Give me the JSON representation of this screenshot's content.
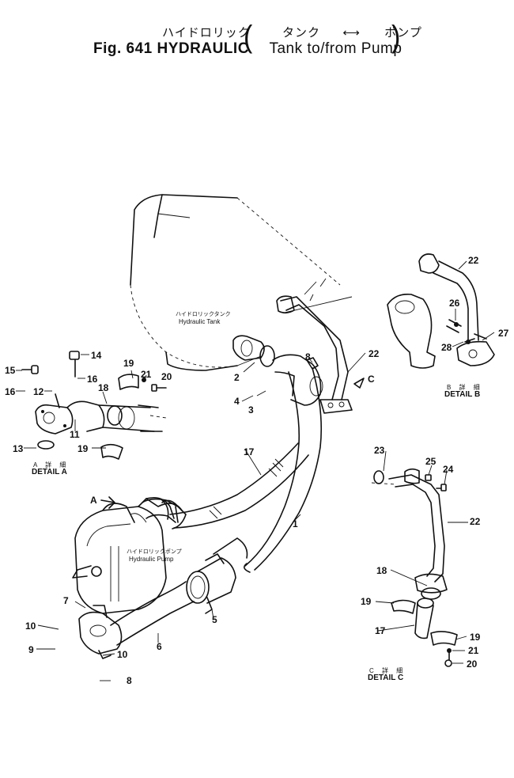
{
  "title": {
    "jp": "ハイドロリック",
    "jp_tank": "タンク",
    "jp_arrow": "⟷",
    "jp_pump": "ポンプ",
    "en_fig": "Fig. 641 HYDRAULIC",
    "en_sub": "Tank to/from Pump"
  },
  "labels": {
    "tank_jp": "ハイドロリックタンク",
    "tank_en": "Hydraulic Tank",
    "pump_jp": "ハイドロリックポンプ",
    "pump_en": "Hydraulic Pump",
    "detail_a_jp": "A 詳 細",
    "detail_a_en": "DETAIL A",
    "detail_b_jp": "B 詳 細",
    "detail_b_en": "DETAIL B",
    "detail_c_jp": "C 詳 細",
    "detail_c_en": "DETAIL C",
    "ref_a": "A",
    "ref_c": "C"
  },
  "callouts": [
    "14",
    "15",
    "16",
    "16",
    "12",
    "11",
    "13",
    "19",
    "21",
    "20",
    "18",
    "19",
    "2",
    "8",
    "22",
    "4",
    "3",
    "17",
    "1",
    "7",
    "10",
    "9",
    "10",
    "6",
    "5",
    "8",
    "22",
    "28",
    "26",
    "27",
    "28",
    "23",
    "25",
    "24",
    "22",
    "18",
    "19",
    "17",
    "19",
    "21",
    "20"
  ]
}
